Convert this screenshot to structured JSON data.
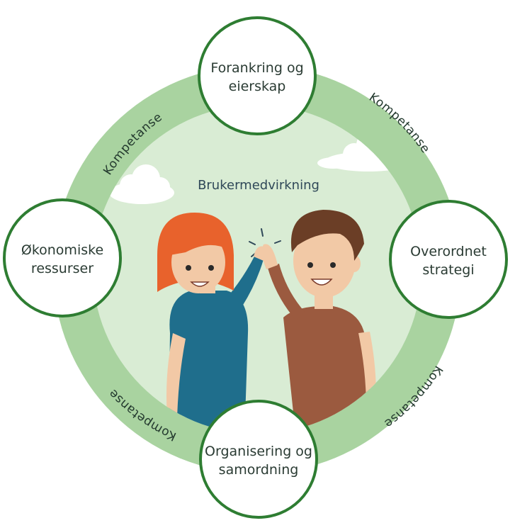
{
  "diagram": {
    "center_label": "Brukermedvirkning",
    "ring_label": "Kompetanse",
    "nodes": [
      {
        "id": "top",
        "lines": [
          "Forankring og",
          "eierskap"
        ]
      },
      {
        "id": "right",
        "lines": [
          "Overordnet",
          "strategi"
        ]
      },
      {
        "id": "bottom",
        "lines": [
          "Organisering og",
          "samordning"
        ]
      },
      {
        "id": "left",
        "lines": [
          "Økonomiske",
          "ressurser"
        ]
      }
    ],
    "colors": {
      "ring": "#a9d3a0",
      "inner_disc": "#d9ecd4",
      "node_border": "#2e7d32",
      "node_fill": "#ffffff",
      "woman_shirt": "#1f6e8c",
      "woman_hair": "#e8622c",
      "man_shirt": "#9b5a3f",
      "man_hair": "#6b3e26",
      "skin": "#f2c9a6"
    }
  }
}
